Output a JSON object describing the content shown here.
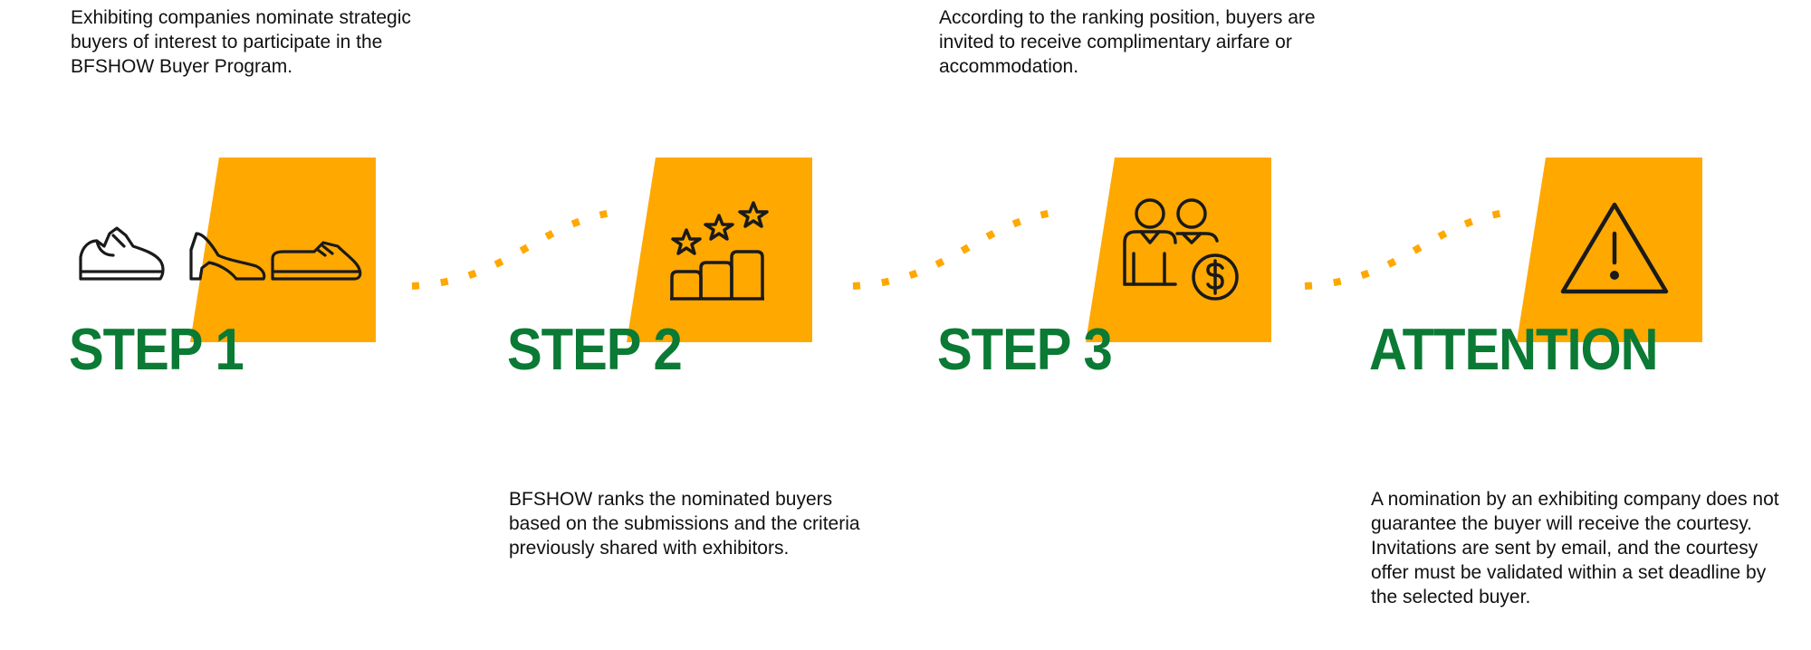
{
  "colors": {
    "accent": "#FFA800",
    "title": "#0A7A34",
    "text": "#111111"
  },
  "steps": [
    {
      "title": "STEP 1",
      "description": "Exhibiting companies nominate strategic buyers of interest to participate in the BFSHOW Buyer Program.",
      "icon": "shoes-icon"
    },
    {
      "title": "STEP 2",
      "description": "BFSHOW ranks the nominated buyers based on the submissions and the criteria previously shared with exhibitors.",
      "icon": "ranking-stars-icon"
    },
    {
      "title": "STEP 3",
      "description": "According to the ranking position, buyers are invited to receive complimentary airfare or accommodation.",
      "icon": "people-money-icon"
    },
    {
      "title": "ATTENTION",
      "description": "A nomination by an exhibiting company does not guarantee the buyer will receive the courtesy. Invitations are sent by email, and the courtesy offer must be validated within a set deadline by the selected buyer.",
      "icon": "warning-icon"
    }
  ]
}
